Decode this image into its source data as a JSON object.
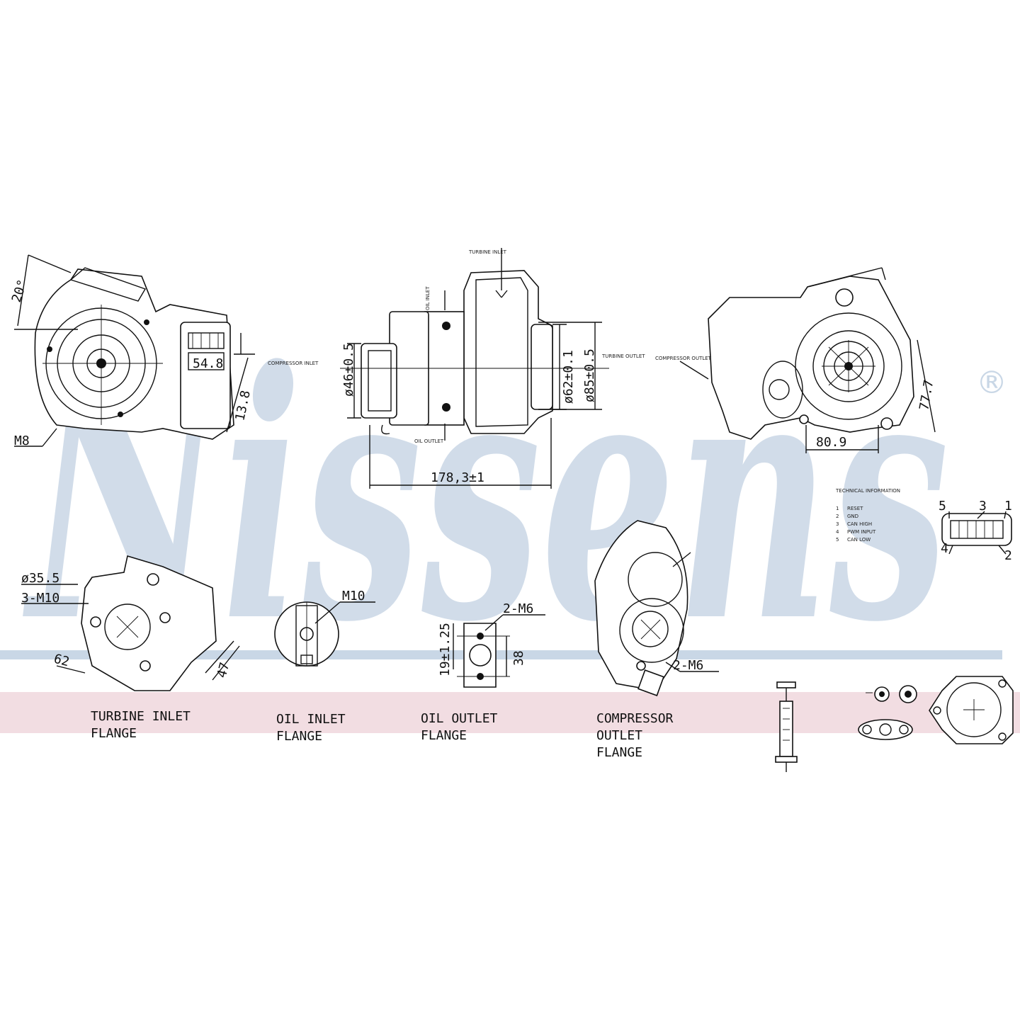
{
  "brand": {
    "watermark": "Nissens",
    "registered": "®",
    "watermark_color": "#c9d7e6",
    "band_color": "#f2dde2"
  },
  "views": {
    "left": {
      "angle": "20°",
      "thread": "M8",
      "dim_a": "54.8",
      "dim_b": "13.8"
    },
    "side": {
      "dim_inlet": "ø46±0.5",
      "dim_outlet_small": "ø62±0.1",
      "dim_outlet_large": "ø85±0.5",
      "length": "178,3±1",
      "lbl_turbine_inlet": "TURBINE INLET",
      "lbl_compressor_inlet": "COMPRESSOR INLET",
      "lbl_turbine_outlet": "TURBINE OUTLET",
      "lbl_oil_inlet": "OIL INLET",
      "lbl_oil_outlet": "OIL OUTLET"
    },
    "right": {
      "lbl_compressor_outlet": "COMPRESSOR OUTLET",
      "dim_a": "77.7",
      "dim_b": "80.9"
    }
  },
  "connector": {
    "title": "TECHNICAL INFORMATION",
    "pins": [
      {
        "no": "1",
        "text": "RESET"
      },
      {
        "no": "2",
        "text": "GND"
      },
      {
        "no": "3",
        "text": "CAN HIGH"
      },
      {
        "no": "4",
        "text": "PWM INPUT"
      },
      {
        "no": "5",
        "text": "CAN LOW"
      }
    ],
    "pin_labels": [
      "5",
      "3",
      "1",
      "4",
      "2"
    ]
  },
  "flanges": {
    "turbine_inlet": {
      "label_1": "TURBINE INLET",
      "label_2": "FLANGE",
      "dia": "ø35.5",
      "bolts": "3-M10",
      "dim_a": "62",
      "dim_b": "47"
    },
    "oil_inlet": {
      "label_1": "OIL INLET",
      "label_2": "FLANGE",
      "thread": "M10"
    },
    "oil_outlet": {
      "label_1": "OIL OUTLET",
      "label_2": "FLANGE",
      "bolts": "2-M6",
      "dim_a": "19±1.25",
      "dim_b": "38"
    },
    "compressor_outlet": {
      "label_1": "COMPRESSOR",
      "label_2": "OUTLET",
      "label_3": "FLANGE",
      "bolts": "2-M6"
    }
  },
  "accessories": [
    {
      "name": "sealant-syringe"
    },
    {
      "name": "washer-pair"
    },
    {
      "name": "oil-gasket"
    },
    {
      "name": "flange-gasket"
    }
  ]
}
